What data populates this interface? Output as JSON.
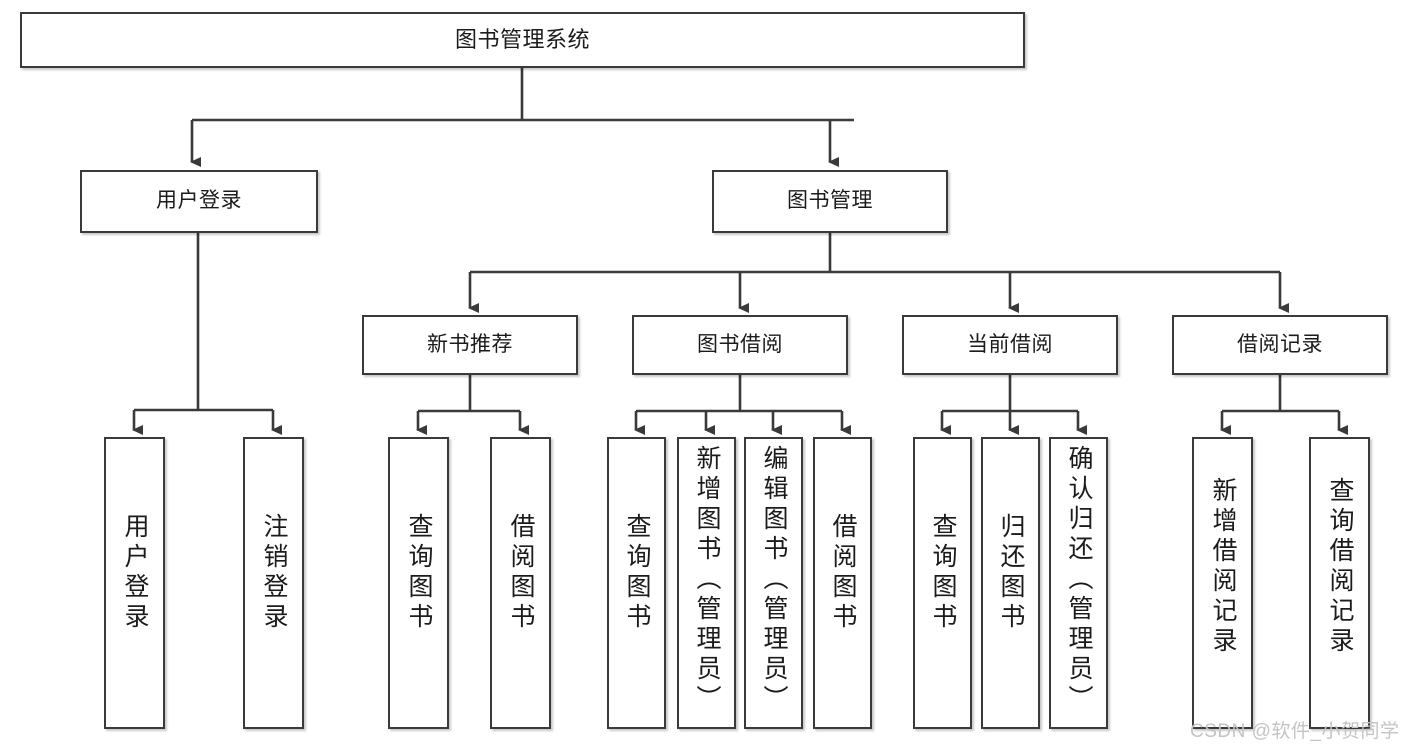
{
  "diagram": {
    "title": "图书管理系统",
    "type": "tree",
    "colors": {
      "box_border": "#3a3a3a",
      "box_fill": "#ffffff",
      "edge": "#3a3a3a",
      "text": "#1b1b1b",
      "watermark": "#c4c4c4"
    },
    "nodes": {
      "root": {
        "label": "图书管理系统"
      },
      "level2": [
        {
          "id": "user-login",
          "label": "用户登录"
        },
        {
          "id": "book-manage",
          "label": "图书管理"
        }
      ],
      "level3": [
        {
          "id": "new-book-recommend",
          "label": "新书推荐"
        },
        {
          "id": "book-borrow",
          "label": "图书借阅"
        },
        {
          "id": "current-borrow",
          "label": "当前借阅"
        },
        {
          "id": "borrow-record",
          "label": "借阅记录"
        }
      ],
      "leaves": [
        {
          "id": "leaf-user-login",
          "label": "用户登录",
          "parent": "user-login"
        },
        {
          "id": "leaf-logout",
          "label": "注销登录",
          "parent": "user-login"
        },
        {
          "id": "leaf-query-book-1",
          "label": "查询图书",
          "parent": "new-book-recommend"
        },
        {
          "id": "leaf-borrow-book-1",
          "label": "借阅图书",
          "parent": "new-book-recommend"
        },
        {
          "id": "leaf-query-book-2",
          "label": "查询图书",
          "parent": "book-borrow"
        },
        {
          "id": "leaf-add-book",
          "label": "新增图书（管理员）",
          "parent": "book-borrow"
        },
        {
          "id": "leaf-edit-book",
          "label": "编辑图书（管理员）",
          "parent": "book-borrow"
        },
        {
          "id": "leaf-borrow-book-2",
          "label": "借阅图书",
          "parent": "book-borrow"
        },
        {
          "id": "leaf-query-book-3",
          "label": "查询图书",
          "parent": "current-borrow"
        },
        {
          "id": "leaf-return-book",
          "label": "归还图书",
          "parent": "current-borrow"
        },
        {
          "id": "leaf-confirm-return",
          "label": "确认归还（管理员）",
          "parent": "current-borrow"
        },
        {
          "id": "leaf-add-record",
          "label": "新增借阅记录",
          "parent": "borrow-record"
        },
        {
          "id": "leaf-query-record",
          "label": "查询借阅记录",
          "parent": "borrow-record"
        }
      ]
    },
    "watermark": "CSDN @软件_小贺同学"
  }
}
